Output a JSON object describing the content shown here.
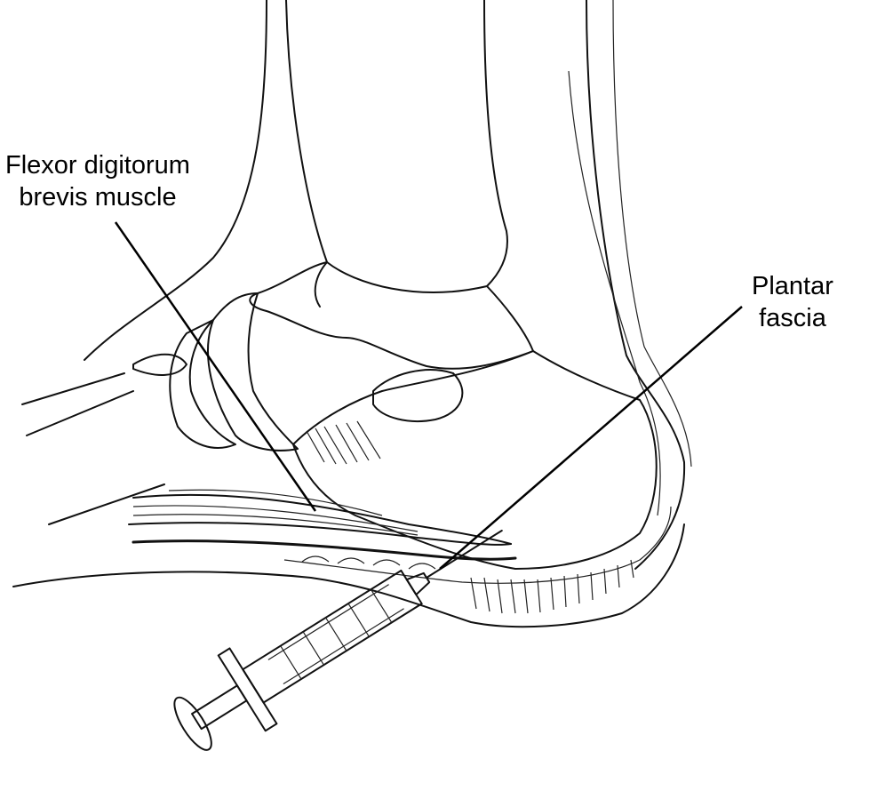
{
  "labels": {
    "flexor_digitorum_brevis": {
      "line1": "Flexor digitorum",
      "line2": "brevis muscle"
    },
    "plantar_fascia": {
      "line1": "Plantar",
      "line2": "fascia"
    }
  },
  "colors": {
    "ink": "#111111",
    "background": "#ffffff"
  }
}
